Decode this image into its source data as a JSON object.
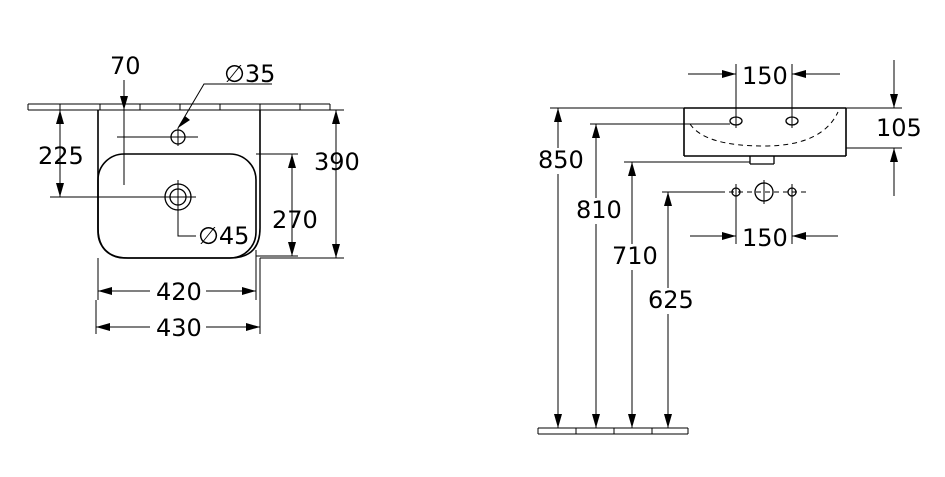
{
  "plan_view": {
    "dim_hole_offset": "70",
    "dim_tap_hole_diameter": "∅35",
    "dim_drain_diameter": "∅45",
    "dim_tap_to_drain_vertical": "225",
    "dim_bowl_depth": "270",
    "dim_total_depth": "390",
    "dim_inner_width": "420",
    "dim_outer_width": "430"
  },
  "side_view": {
    "dim_hole_spacing_top": "150",
    "dim_hole_spacing_bottom": "150",
    "dim_basin_height": "105",
    "dim_height_850": "850",
    "dim_height_810": "810",
    "dim_height_710": "710",
    "dim_height_625": "625"
  }
}
